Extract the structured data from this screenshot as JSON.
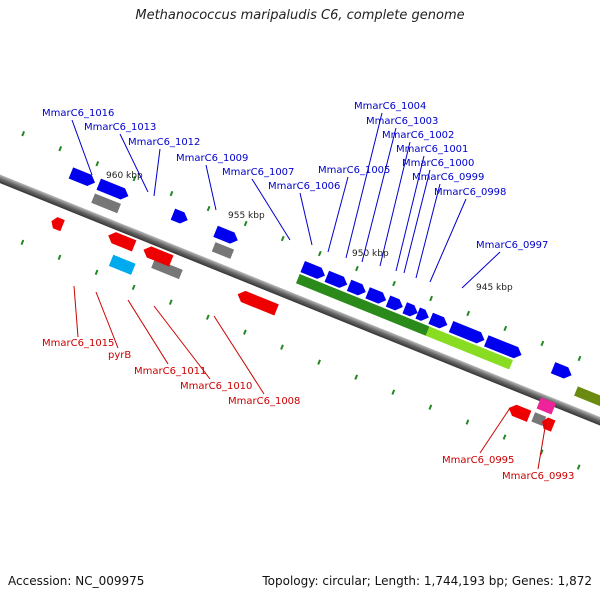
{
  "title": "Methanococcus maripaludis C6, complete genome",
  "footer": {
    "accession": "Accession: NC_009975",
    "summary": "Topology: circular; Length: 1,744,193 bp; Genes: 1,872"
  },
  "colors": {
    "blue_label": "#0000cc",
    "red_label": "#cc0000",
    "cds_blue": "#0000ee",
    "cds_red": "#ee0000",
    "cds_gray": "#777777",
    "operon_green": "#2a8a1a",
    "operon_lightgreen": "#88dd22",
    "pink": "#ee2299",
    "cyan": "#00aaee",
    "tick_green": "#228822"
  },
  "scale_labels": [
    "960 kbp",
    "955 kbp",
    "950 kbp",
    "945 kbp"
  ],
  "top_labels": [
    "MmarC6_1016",
    "MmarC6_1013",
    "MmarC6_1012",
    "MmarC6_1009",
    "MmarC6_1007",
    "MmarC6_1006",
    "MmarC6_1005",
    "MmarC6_1004",
    "MmarC6_1003",
    "MmarC6_1002",
    "MmarC6_1001",
    "MmarC6_1000",
    "MmarC6_0999",
    "MmarC6_0998",
    "MmarC6_0997"
  ],
  "bottom_labels": [
    "MmarC6_1015",
    "pyrB",
    "MmarC6_1011",
    "MmarC6_1010",
    "MmarC6_1008",
    "MmarC6_0995",
    "MmarC6_0993"
  ]
}
